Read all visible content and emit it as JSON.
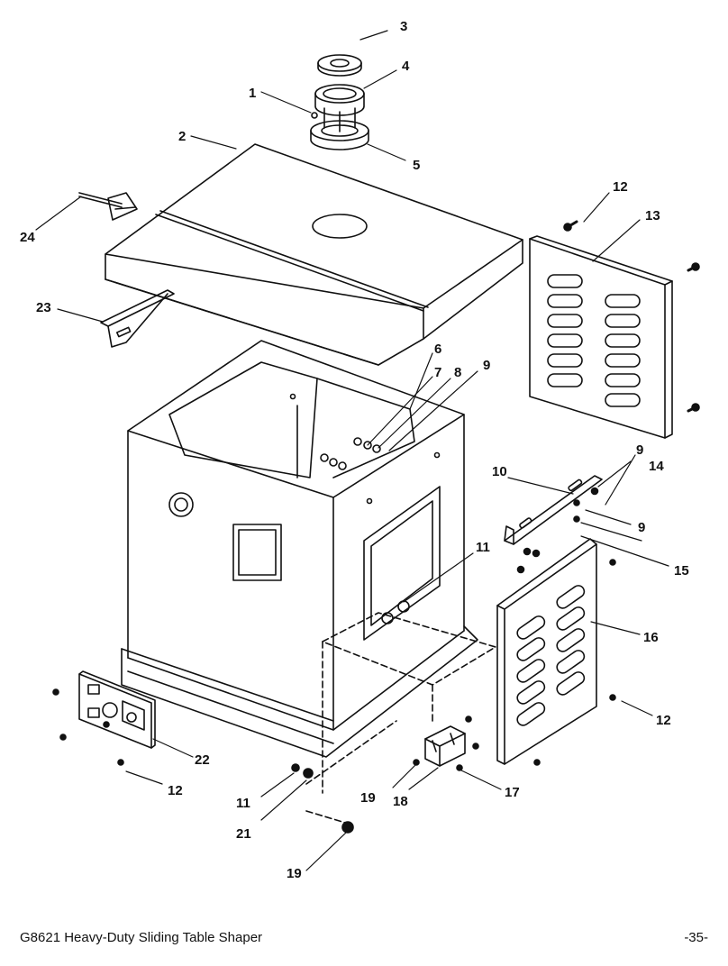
{
  "callouts": [
    "1",
    "2",
    "3",
    "4",
    "5",
    "6",
    "7",
    "8",
    "9",
    "9",
    "9",
    "10",
    "11",
    "11",
    "12",
    "12",
    "12",
    "12",
    "13",
    "14",
    "15",
    "16",
    "17",
    "18",
    "19",
    "19",
    "21",
    "22",
    "23",
    "24"
  ],
  "footer": {
    "title": "G8621 Heavy-Duty Sliding Table Shaper",
    "page": "-35-"
  }
}
